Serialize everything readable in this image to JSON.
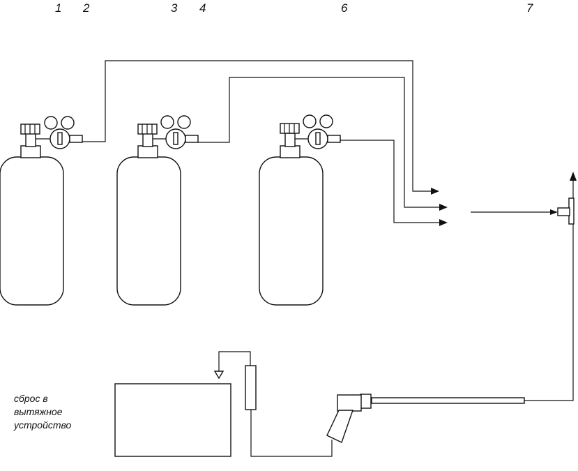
{
  "labels": {
    "n1": "1",
    "n2": "2",
    "n3": "3",
    "n4": "4",
    "n6": "6",
    "n7": "7"
  },
  "exhaust_note": {
    "line1": "сброс в",
    "line2": "вытяжное",
    "line3": "устройство"
  },
  "colors": {
    "stroke": "#111111",
    "background": "#ffffff"
  }
}
